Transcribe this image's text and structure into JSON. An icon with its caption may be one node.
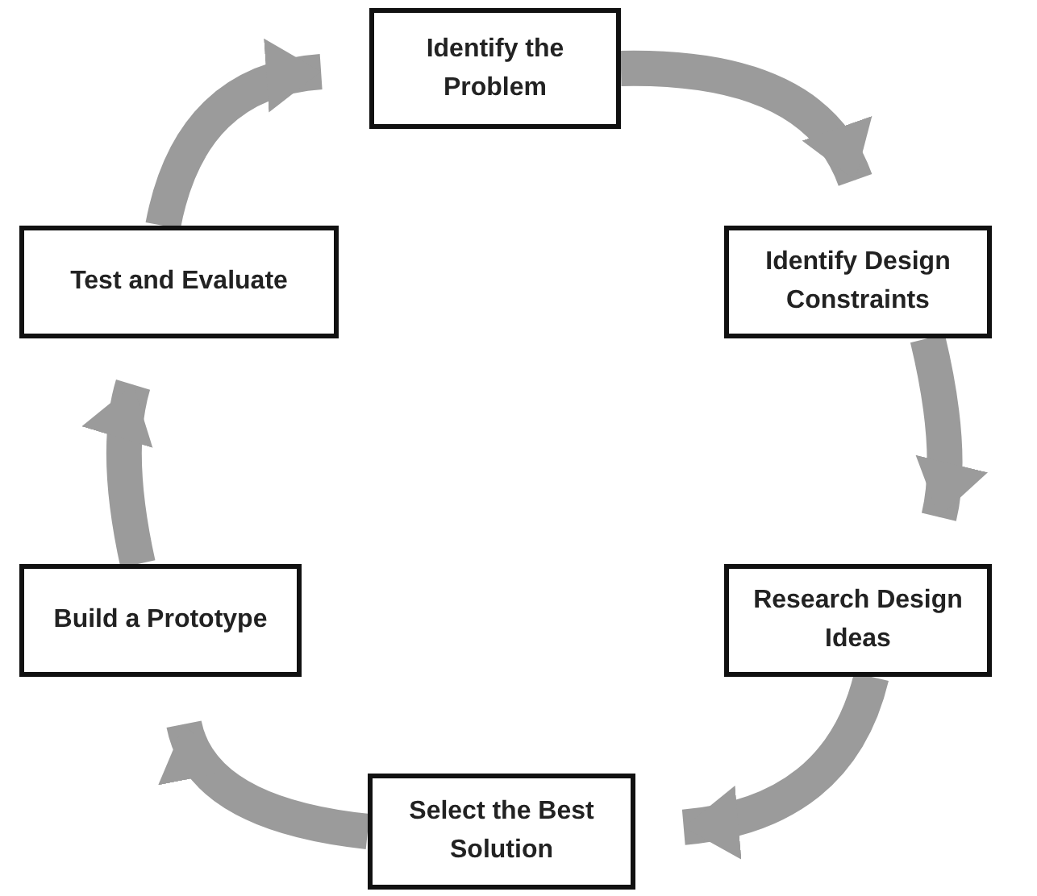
{
  "diagram": {
    "nodes": [
      {
        "text": [
          "Identify the Problem"
        ]
      },
      {
        "text": [
          "Identify Design Constraints"
        ]
      },
      {
        "text": [
          "Research Design Ideas"
        ]
      },
      {
        "text": [
          "Select the Best Solution"
        ]
      },
      {
        "text": [
          "Build a Prototype"
        ]
      },
      {
        "text": [
          "Test and Evaluate"
        ]
      }
    ],
    "edges": [
      {
        "from": 0,
        "to": 1,
        "arrow": "to"
      },
      {
        "from": 1,
        "to": 2,
        "arrow": "to"
      },
      {
        "from": 2,
        "to": 3,
        "arrow": "to"
      },
      {
        "from": 3,
        "to": 4,
        "arrow": "to"
      },
      {
        "from": 4,
        "to": 5,
        "arrow": "to"
      },
      {
        "from": 5,
        "to": 0,
        "arrow": "to"
      }
    ]
  }
}
